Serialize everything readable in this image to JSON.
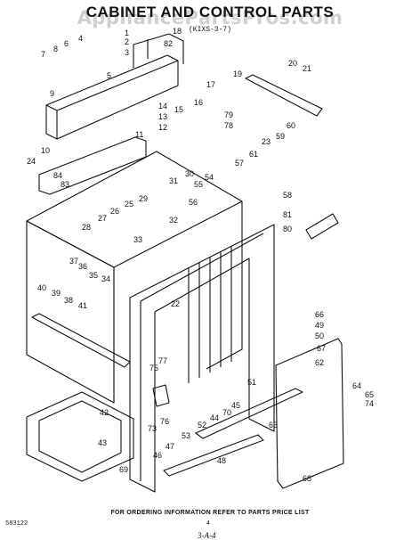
{
  "header": {
    "title": "CABINET AND CONTROL PARTS",
    "watermark": "AppliancePartsPros.com",
    "model_code": "(KIXS-3-7)"
  },
  "footer": {
    "instruction": "FOR ORDERING INFORMATION REFER TO PARTS PRICE LIST",
    "document_code": "583122",
    "page_number": "4",
    "handwritten_date": "3-A-4"
  },
  "callouts": [
    "1",
    "2",
    "3",
    "4",
    "5",
    "6",
    "7",
    "8",
    "9",
    "10",
    "11",
    "12",
    "13",
    "14",
    "15",
    "16",
    "17",
    "18",
    "19",
    "20",
    "21",
    "22",
    "23",
    "24",
    "25",
    "26",
    "27",
    "28",
    "29",
    "30",
    "31",
    "32",
    "33",
    "34",
    "35",
    "36",
    "37",
    "38",
    "39",
    "40",
    "41",
    "42",
    "43",
    "44",
    "45",
    "46",
    "47",
    "48",
    "49",
    "50",
    "51",
    "52",
    "53",
    "54",
    "55",
    "56",
    "57",
    "58",
    "59",
    "60",
    "61",
    "62",
    "63",
    "64",
    "65",
    "66",
    "67",
    "68",
    "69",
    "70",
    "73",
    "74",
    "75",
    "76",
    "77",
    "78",
    "79",
    "80",
    "81",
    "82",
    "83",
    "84"
  ]
}
